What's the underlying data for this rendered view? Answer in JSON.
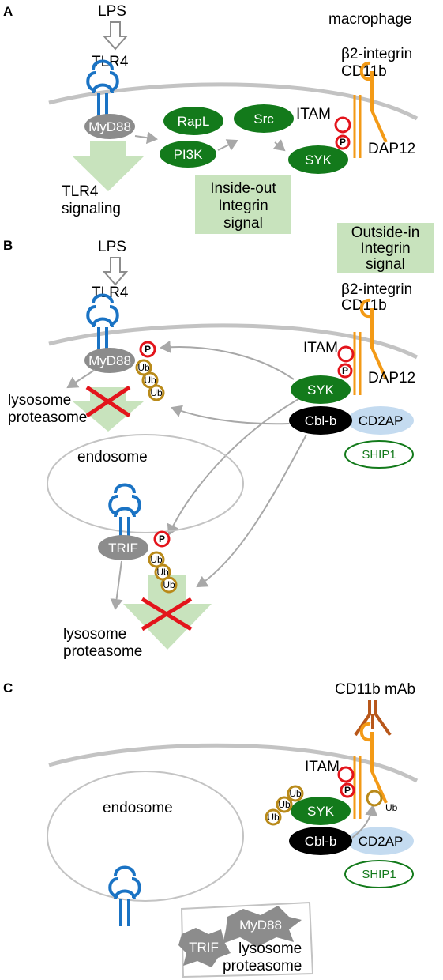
{
  "panel_a": {
    "letter": "A",
    "lps": "LPS",
    "tlr4": "TLR4",
    "cell": "macrophage",
    "integrin_line1": "β2-integrin",
    "integrin_line2": "CD11b",
    "myd88": "MyD88",
    "rapl": "RapL",
    "src": "Src",
    "pi3k": "PI3K",
    "syk": "SYK",
    "itam": "ITAM",
    "dap12": "DAP12",
    "p": "P",
    "tlr4_signaling_line1": "TLR4",
    "tlr4_signaling_line2": "signaling",
    "inside_out_line1": "Inside-out",
    "inside_out_line2": "Integrin",
    "inside_out_line3": "signal"
  },
  "panel_b": {
    "letter": "B",
    "lps": "LPS",
    "tlr4": "TLR4",
    "outside_in_line1": "Outside-in",
    "outside_in_line2": "Integrin",
    "outside_in_line3": "signal",
    "integrin_line1": "β2-integrin",
    "integrin_line2": "CD11b",
    "itam": "ITAM",
    "dap12": "DAP12",
    "myd88": "MyD88",
    "p": "P",
    "ub": "Ub",
    "syk": "SYK",
    "cblb": "Cbl-b",
    "cd2ap": "CD2AP",
    "ship1": "SHIP1",
    "lysosome": "lysosome",
    "proteasome": "proteasome",
    "endosome": "endosome",
    "trif": "TRIF",
    "lysosome2": "lysosome",
    "proteasome2": "proteasome"
  },
  "panel_c": {
    "letter": "C",
    "cd11b_mab": "CD11b mAb",
    "itam": "ITAM",
    "p": "P",
    "ub": "Ub",
    "syk": "SYK",
    "cblb": "Cbl-b",
    "cd2ap": "CD2AP",
    "ship1": "SHIP1",
    "endosome": "endosome",
    "myd88": "MyD88",
    "trif": "TRIF",
    "lysosome": "lysosome",
    "proteasome": "proteasome"
  },
  "colors": {
    "green": "#137a1b",
    "light_green": "#c8e3bd",
    "gray_shape": "#8c8c8c",
    "membrane": "#c3c3c3",
    "tlr_blue": "#1a73c4",
    "integrin_orange": "#f39a16",
    "phospho_red": "#e3141b",
    "ub_gold": "#b98a1a",
    "cd2ap_blue": "#c4dbf0",
    "mab_brown": "#b8571a"
  }
}
